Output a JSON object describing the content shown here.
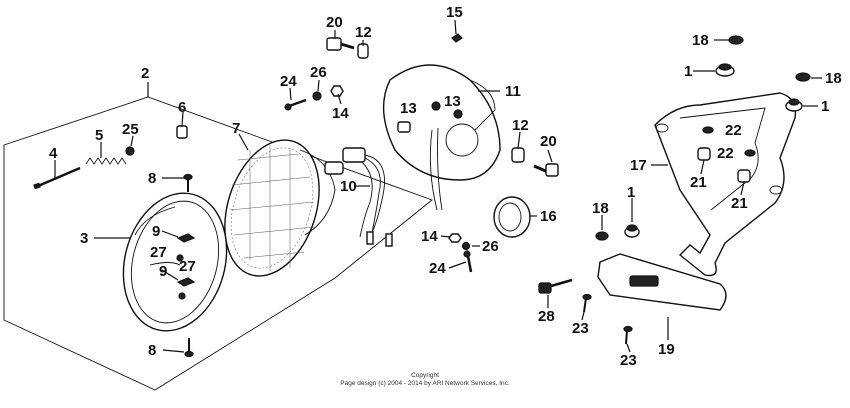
{
  "copyright": {
    "line1": "Copyright",
    "line2": "Page design (c) 2004 - 2014 by ARI Network Services, Inc."
  },
  "callouts": [
    {
      "id": "c2",
      "label": "2"
    },
    {
      "id": "c4",
      "label": "4"
    },
    {
      "id": "c5",
      "label": "5"
    },
    {
      "id": "c25",
      "label": "25"
    },
    {
      "id": "c6",
      "label": "6"
    },
    {
      "id": "c7",
      "label": "7"
    },
    {
      "id": "c8a",
      "label": "8"
    },
    {
      "id": "c8b",
      "label": "8"
    },
    {
      "id": "c3",
      "label": "3"
    },
    {
      "id": "c9a",
      "label": "9"
    },
    {
      "id": "c9b",
      "label": "9"
    },
    {
      "id": "c27a",
      "label": "27"
    },
    {
      "id": "c27b",
      "label": "27"
    },
    {
      "id": "c10",
      "label": "10"
    },
    {
      "id": "c20a",
      "label": "20"
    },
    {
      "id": "c12a",
      "label": "12"
    },
    {
      "id": "c24a",
      "label": "24"
    },
    {
      "id": "c26a",
      "label": "26"
    },
    {
      "id": "c14a",
      "label": "14"
    },
    {
      "id": "c15",
      "label": "15"
    },
    {
      "id": "c11",
      "label": "11"
    },
    {
      "id": "c13a",
      "label": "13"
    },
    {
      "id": "c13b",
      "label": "13"
    },
    {
      "id": "c12b",
      "label": "12"
    },
    {
      "id": "c20b",
      "label": "20"
    },
    {
      "id": "c16",
      "label": "16"
    },
    {
      "id": "c14b",
      "label": "14"
    },
    {
      "id": "c26b",
      "label": "26"
    },
    {
      "id": "c24b",
      "label": "24"
    },
    {
      "id": "c18a",
      "label": "18"
    },
    {
      "id": "c1a",
      "label": "1"
    },
    {
      "id": "c18b",
      "label": "18"
    },
    {
      "id": "c1b",
      "label": "1"
    },
    {
      "id": "c22a",
      "label": "22"
    },
    {
      "id": "c22b",
      "label": "22"
    },
    {
      "id": "c17",
      "label": "17"
    },
    {
      "id": "c21a",
      "label": "21"
    },
    {
      "id": "c21b",
      "label": "21"
    },
    {
      "id": "c18c",
      "label": "18"
    },
    {
      "id": "c1c",
      "label": "1"
    },
    {
      "id": "c28",
      "label": "28"
    },
    {
      "id": "c23a",
      "label": "23"
    },
    {
      "id": "c23b",
      "label": "23"
    },
    {
      "id": "c19",
      "label": "19"
    }
  ]
}
